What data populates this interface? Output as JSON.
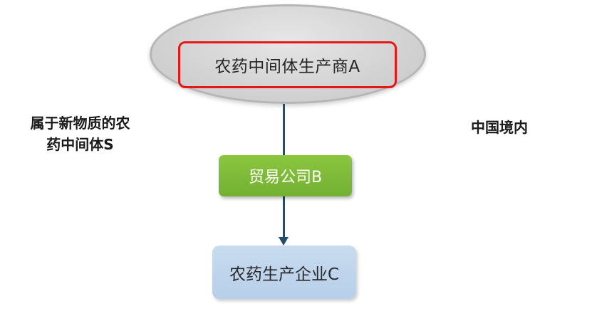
{
  "diagram": {
    "top_node": {
      "label": "农药中间体生产商A"
    },
    "middle_node": {
      "label": "贸易公司B",
      "color": "#7cbb38"
    },
    "bottom_node": {
      "label": "农药生产企业C",
      "color": "#c2d7ed"
    },
    "highlight_color": "#e31818",
    "arrow_color": "#1f4e6e"
  },
  "side_notes": {
    "left_line1": "属于新物质的农",
    "left_line2": "药中间体S",
    "right": "中国境内"
  }
}
